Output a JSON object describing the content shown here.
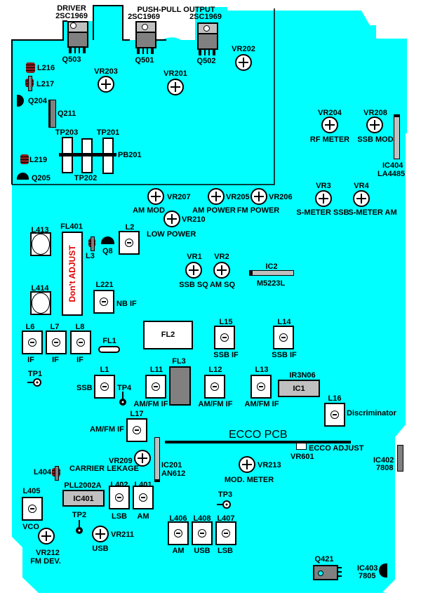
{
  "title": "ECCO PCB alignment layout",
  "colors": {
    "board": "#00ffff",
    "outline": "#000000",
    "warning_text": "#e00000",
    "coil_red": "#8b1a1a",
    "ic_gray": "#c0c0c0",
    "transistor_gray": "#808080"
  },
  "header": {
    "driver": "DRIVER",
    "driver_part": "2SC1969",
    "pushpull": "PUSH-PULL OUTPUT",
    "q501_part": "2SC1969",
    "q502_part": "2SC1969"
  },
  "transistors": {
    "q503": "Q503",
    "q501": "Q501",
    "q502": "Q502",
    "q204": "Q204",
    "q211": "Q211",
    "q205": "Q205",
    "q8": "Q8",
    "q421": "Q421"
  },
  "coils_small": {
    "l216": "L216",
    "l217": "L217",
    "l219": "L219",
    "l3": "L3",
    "l404": "L404"
  },
  "test_points": {
    "tp203": "TP203",
    "tp201": "TP201",
    "tp202": "TP202",
    "pb201": "PB201",
    "tp1": "TP1",
    "tp4": "TP4",
    "tp2": "TP2",
    "tp3": "TP3"
  },
  "pots": [
    {
      "id": "VR202",
      "function": ""
    },
    {
      "id": "VR203",
      "function": ""
    },
    {
      "id": "VR201",
      "function": ""
    },
    {
      "id": "VR204",
      "function": "RF METER"
    },
    {
      "id": "VR208",
      "function": "SSB MOD"
    },
    {
      "id": "VR207",
      "function": "AM MOD"
    },
    {
      "id": "VR205",
      "function": "AM POWER"
    },
    {
      "id": "VR206",
      "function": "FM POWER"
    },
    {
      "id": "VR210",
      "function": "LOW POWER"
    },
    {
      "id": "VR3",
      "function": "S-METER SSB"
    },
    {
      "id": "VR4",
      "function": "S-METER AM"
    },
    {
      "id": "VR1",
      "function": "SSB SQ"
    },
    {
      "id": "VR2",
      "function": "AM SQ"
    },
    {
      "id": "VR209",
      "function": "CARRIER LEKAGE"
    },
    {
      "id": "VR213",
      "function": "MOD. METER"
    },
    {
      "id": "VR212",
      "function": "FM DEV."
    },
    {
      "id": "VR211",
      "function": "USB"
    }
  ],
  "coils": [
    {
      "id": "L413",
      "function": ""
    },
    {
      "id": "L414",
      "function": ""
    },
    {
      "id": "L2",
      "function": ""
    },
    {
      "id": "L221",
      "function": "NB IF"
    },
    {
      "id": "L6",
      "function": "IF"
    },
    {
      "id": "L7",
      "function": "IF"
    },
    {
      "id": "L8",
      "function": "IF"
    },
    {
      "id": "L15",
      "function": "SSB IF"
    },
    {
      "id": "L14",
      "function": "SSB IF"
    },
    {
      "id": "L1",
      "function": "SSB"
    },
    {
      "id": "L11",
      "function": "AM/FM IF"
    },
    {
      "id": "L12",
      "function": "AM/FM IF"
    },
    {
      "id": "L13",
      "function": "AM/FM IF"
    },
    {
      "id": "L16",
      "function": "Discriminator"
    },
    {
      "id": "L17",
      "function": "AM/FM IF"
    },
    {
      "id": "L405",
      "function": "VCO"
    },
    {
      "id": "L402",
      "function": "LSB"
    },
    {
      "id": "L401",
      "function": "AM"
    },
    {
      "id": "L406",
      "function": "AM"
    },
    {
      "id": "L408",
      "function": "USB"
    },
    {
      "id": "L407",
      "function": "LSB"
    }
  ],
  "ics": {
    "ic404": "IC404",
    "ic404_part": "LA4485",
    "ic2": "IC2",
    "ic2_part": "M5223L",
    "ic1": "IC1",
    "ic1_part": "IR3N06",
    "ic201": "IC201",
    "ic201_part": "AN612",
    "ic402": "IC402",
    "ic402_part": "7808",
    "ic401": "IC401",
    "ic401_part": "PLL2002A",
    "ic403": "IC403",
    "ic403_part": "7805"
  },
  "filters": {
    "fl401": "FL401",
    "fl401_warning": "Don't ADJUST",
    "fl1": "FL1",
    "fl2": "FL2",
    "fl3": "FL3"
  },
  "ecco": {
    "title": "ECCO PCB",
    "vr601": "VR601",
    "adjust": "ECCO ADJUST"
  }
}
